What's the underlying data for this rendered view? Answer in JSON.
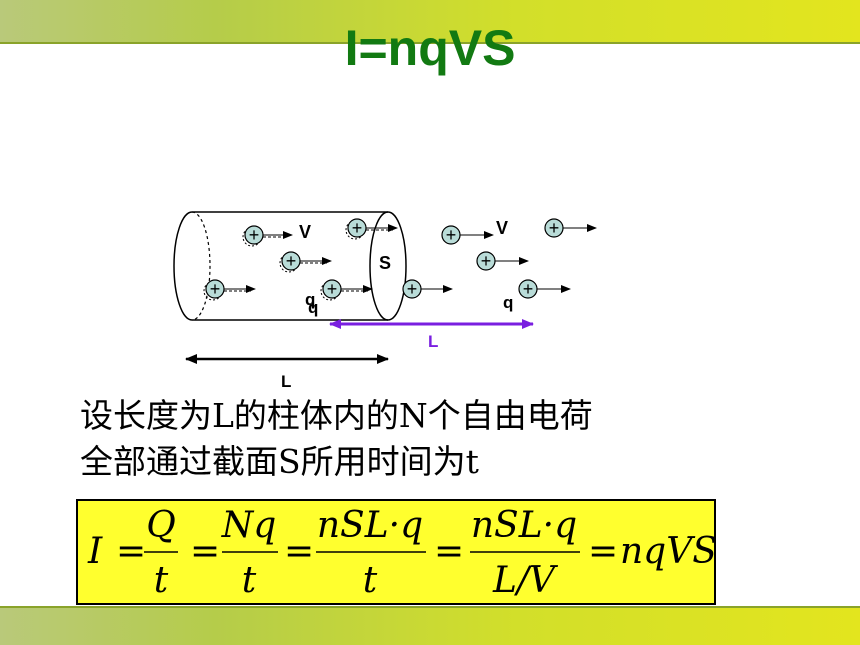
{
  "title": "I=nqVS",
  "diagram_labels": {
    "v_inside": "V",
    "v_outside": "V",
    "s": "S",
    "q_inside": "q",
    "q_outside": "q",
    "l_bottom": "L",
    "l_purple": "L",
    "plus": "+"
  },
  "text": {
    "line1": "设长度为L的柱体内的N个自由电荷",
    "line2": "全部通过截面S所用时间为t"
  },
  "formula": {
    "i": "I",
    "eq": "=",
    "f1_num": "Q",
    "f1_den": "t",
    "f2_num": "Nq",
    "f2_den": "t",
    "f3_num": "nSL·q",
    "f3_den": "t",
    "f4_num": "nSL·q",
    "f4_den": "L/V",
    "result": "nqVS"
  },
  "colors": {
    "title": "#127a12",
    "formula_bg": "#ffff2e",
    "purple_arrow": "#7a1fe0",
    "charge_fill": "#b9dcd8"
  }
}
